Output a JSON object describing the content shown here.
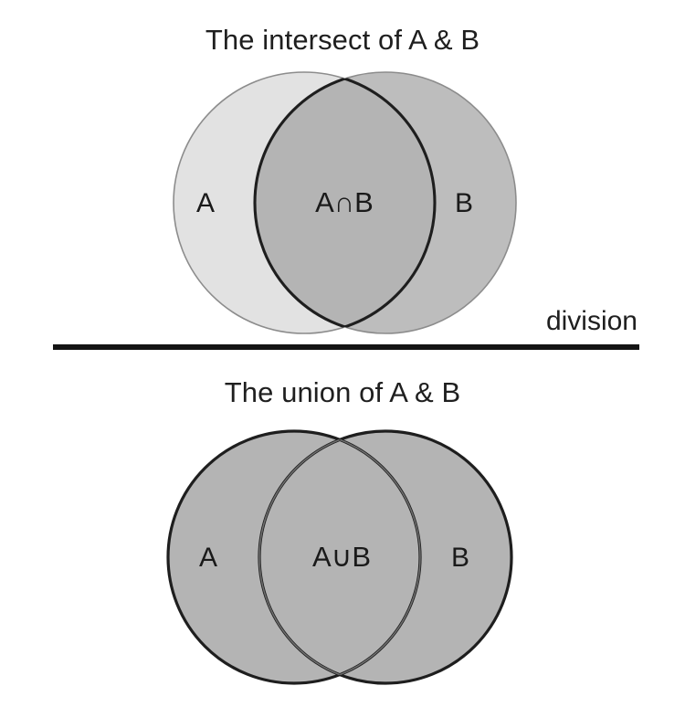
{
  "figure": {
    "background": "#ffffff",
    "divider": {
      "label": "division",
      "line_color": "#141414"
    }
  },
  "panels": [
    {
      "id": "intersect",
      "title": "The intersect of A & B",
      "labels": {
        "left": "A",
        "middle": "A∩B",
        "right": "B"
      },
      "colors": {
        "left_only_fill": "#e2e2e2",
        "lens_fill": "#b4b4b4",
        "right_only_fill": "#bdbdbd",
        "outer_stroke": "#8c8c8c",
        "lens_stroke": "#1e1e1e"
      },
      "emphasis": "intersection"
    },
    {
      "id": "union",
      "title": "The union of A & B",
      "labels": {
        "left": "A",
        "middle": "A∪B",
        "right": "B"
      },
      "colors": {
        "left_only_fill": "#b4b4b4",
        "lens_fill": "#b4b4b4",
        "right_only_fill": "#b4b4b4",
        "outer_stroke": "#1e1e1e",
        "lens_stroke": "#6f6f6f"
      },
      "emphasis": "union"
    }
  ],
  "chart_data": {
    "type": "diagram",
    "diagram_type": "venn",
    "sets": [
      "A",
      "B"
    ],
    "panels": [
      {
        "title": "The intersect of A & B",
        "operation": "intersection",
        "notation": "A∩B",
        "highlighted_regions": [
          "A∩B"
        ],
        "region_labels": [
          "A",
          "A∩B",
          "B"
        ]
      },
      {
        "title": "The union of A & B",
        "operation": "union",
        "notation": "A∪B",
        "highlighted_regions": [
          "A",
          "A∩B",
          "B"
        ],
        "region_labels": [
          "A",
          "A∪B",
          "B"
        ]
      }
    ],
    "annotations": [
      "division"
    ]
  }
}
